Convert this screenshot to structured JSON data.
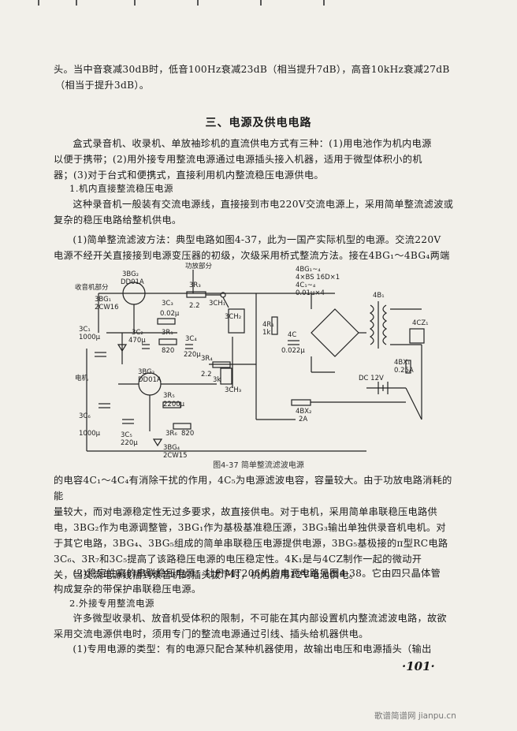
{
  "para_intro": [
    "头。当中音衰减30dB时，低音100Hz衰减23dB（相当提升7dB），高音10kHz衰减27dB",
    "（相当于提升3dB）。"
  ],
  "section_heading": "三、电源及供电电路",
  "para_power_methods": [
    "盒式录音机、收录机、单放袖珍机的直流供电方式有三种：(1)用电池作为机内电源",
    "以便于携带；(2)用外接专用整流电源通过电源插头接入机器，适用于微型体积小的机",
    "器；(3)对于台式和便携式，直接利用机内整流稳压电源供电。"
  ],
  "subhead_1": "1.机内直接整流稳压电源",
  "para_direct": [
    "这种录音机一般装有交流电源线，直接接到市电220V交流电源上，采用简单整流滤波或",
    "复杂的稳压电路给整机供电。"
  ],
  "para_simple": [
    "(1)简单整流滤波方法：典型电路如图4-37，此为一国产实际机型的电源。交流220V",
    "电源不经开关直接接到电源变压器的初级，次级采用桥式整流方法。接在4BG₁～4BG₄两端"
  ],
  "figure": {
    "labels": {
      "function_part": "功放部分",
      "radio_part": "收音机部分",
      "motor": "电机",
      "bg2": "3BG₂",
      "dd01a_1": "DD01A",
      "bg1": "3BG₁",
      "cw16": "2CW16",
      "bg3": "3BG₃",
      "dd01a_2": "DD01A",
      "bg4": "3BG₄",
      "cw15": "2CW15",
      "c1": "3C₁",
      "c1v": "1000μ",
      "c2": "3C₂",
      "c2v": "470μ",
      "c3": "3C₃",
      "c3v": "0.02μ",
      "r1": "3R₁",
      "r1v": "820",
      "c4": "3C₄",
      "c4v": "220μ",
      "r3": "3R₃",
      "r3v": "2.2",
      "r4": "3R₄",
      "r4v": "2.2",
      "r5": "3R₅",
      "r5v": "2200μ",
      "r6": "3R₆",
      "r6v": "820",
      "c5": "3C₅",
      "c5v": "220μ",
      "c6": "3C₆",
      "c6v": "1000μ",
      "ch1": "3CH₁",
      "ch2": "3CH₂",
      "ch3": "3CH₃",
      "k3": "3k",
      "r4b": "4R₁",
      "r4bv": "1k",
      "c4b": "4C",
      "c4bv": "0.022μ",
      "bg_group": "4BG₁~₄",
      "bg_spec": "4×BS 16D×1",
      "c4group": "4C₁~₄",
      "c4groupv": "0.01μ×4",
      "b1": "4B₁",
      "cz1": "4CZ₁",
      "bx1": "4BX₁",
      "bx1v": "0.25A",
      "dc": "DC 12V",
      "bx2": "4BX₂",
      "bx2v": "2A"
    },
    "caption": "图4-37  简单整流滤波电源"
  },
  "para_after_fig": [
    "的电容4C₁～4C₄有消除干扰的作用，4C₅为电源滤波电容，容量较大。由于功放电路消耗的能",
    "量较大，而对电源稳定性无过多要求，故直接供电。对于电机，采用简单串联稳压电路供",
    "电，3BG₂作为电源调整管，3BG₁作为基极基准稳压源，3BG₃输出单独供录音机电机。对",
    "于其它电路，3BG₄、3BG₅组成的简单串联稳压电源提供电源，3BG₅基极接的π型RC电路",
    "3C₆、3R₇和3C₅提高了该路稳压电源的电压稳定性。4K₁是与4CZ制作一起的微动开",
    "关，当交流电源线插到录音机的插头拔下时，机内启用12V电池供电。"
  ],
  "para_stable": [
    "(2)稳定性高的串联稳压电源：牡丹MT206机的电源电路见图4-38。它由四只晶体管",
    "构成复杂的带保护串联稳压电源。"
  ],
  "subhead_2": "2.外接专用整流电源",
  "para_external": [
    "许多微型收录机、放音机受体积的限制，不可能在其内部设置机内整流滤波电路，故欲",
    "采用交流电源供电时，须用专门的整流电源通过引线、插头给机器供电。"
  ],
  "para_dedicated": [
    "(1)专用电源的类型：有的电源只配合某种机器使用，故输出电压和电源插头（输出"
  ],
  "page_number": "·101·",
  "watermark": "歌谱简谱网 jianpu.cn"
}
